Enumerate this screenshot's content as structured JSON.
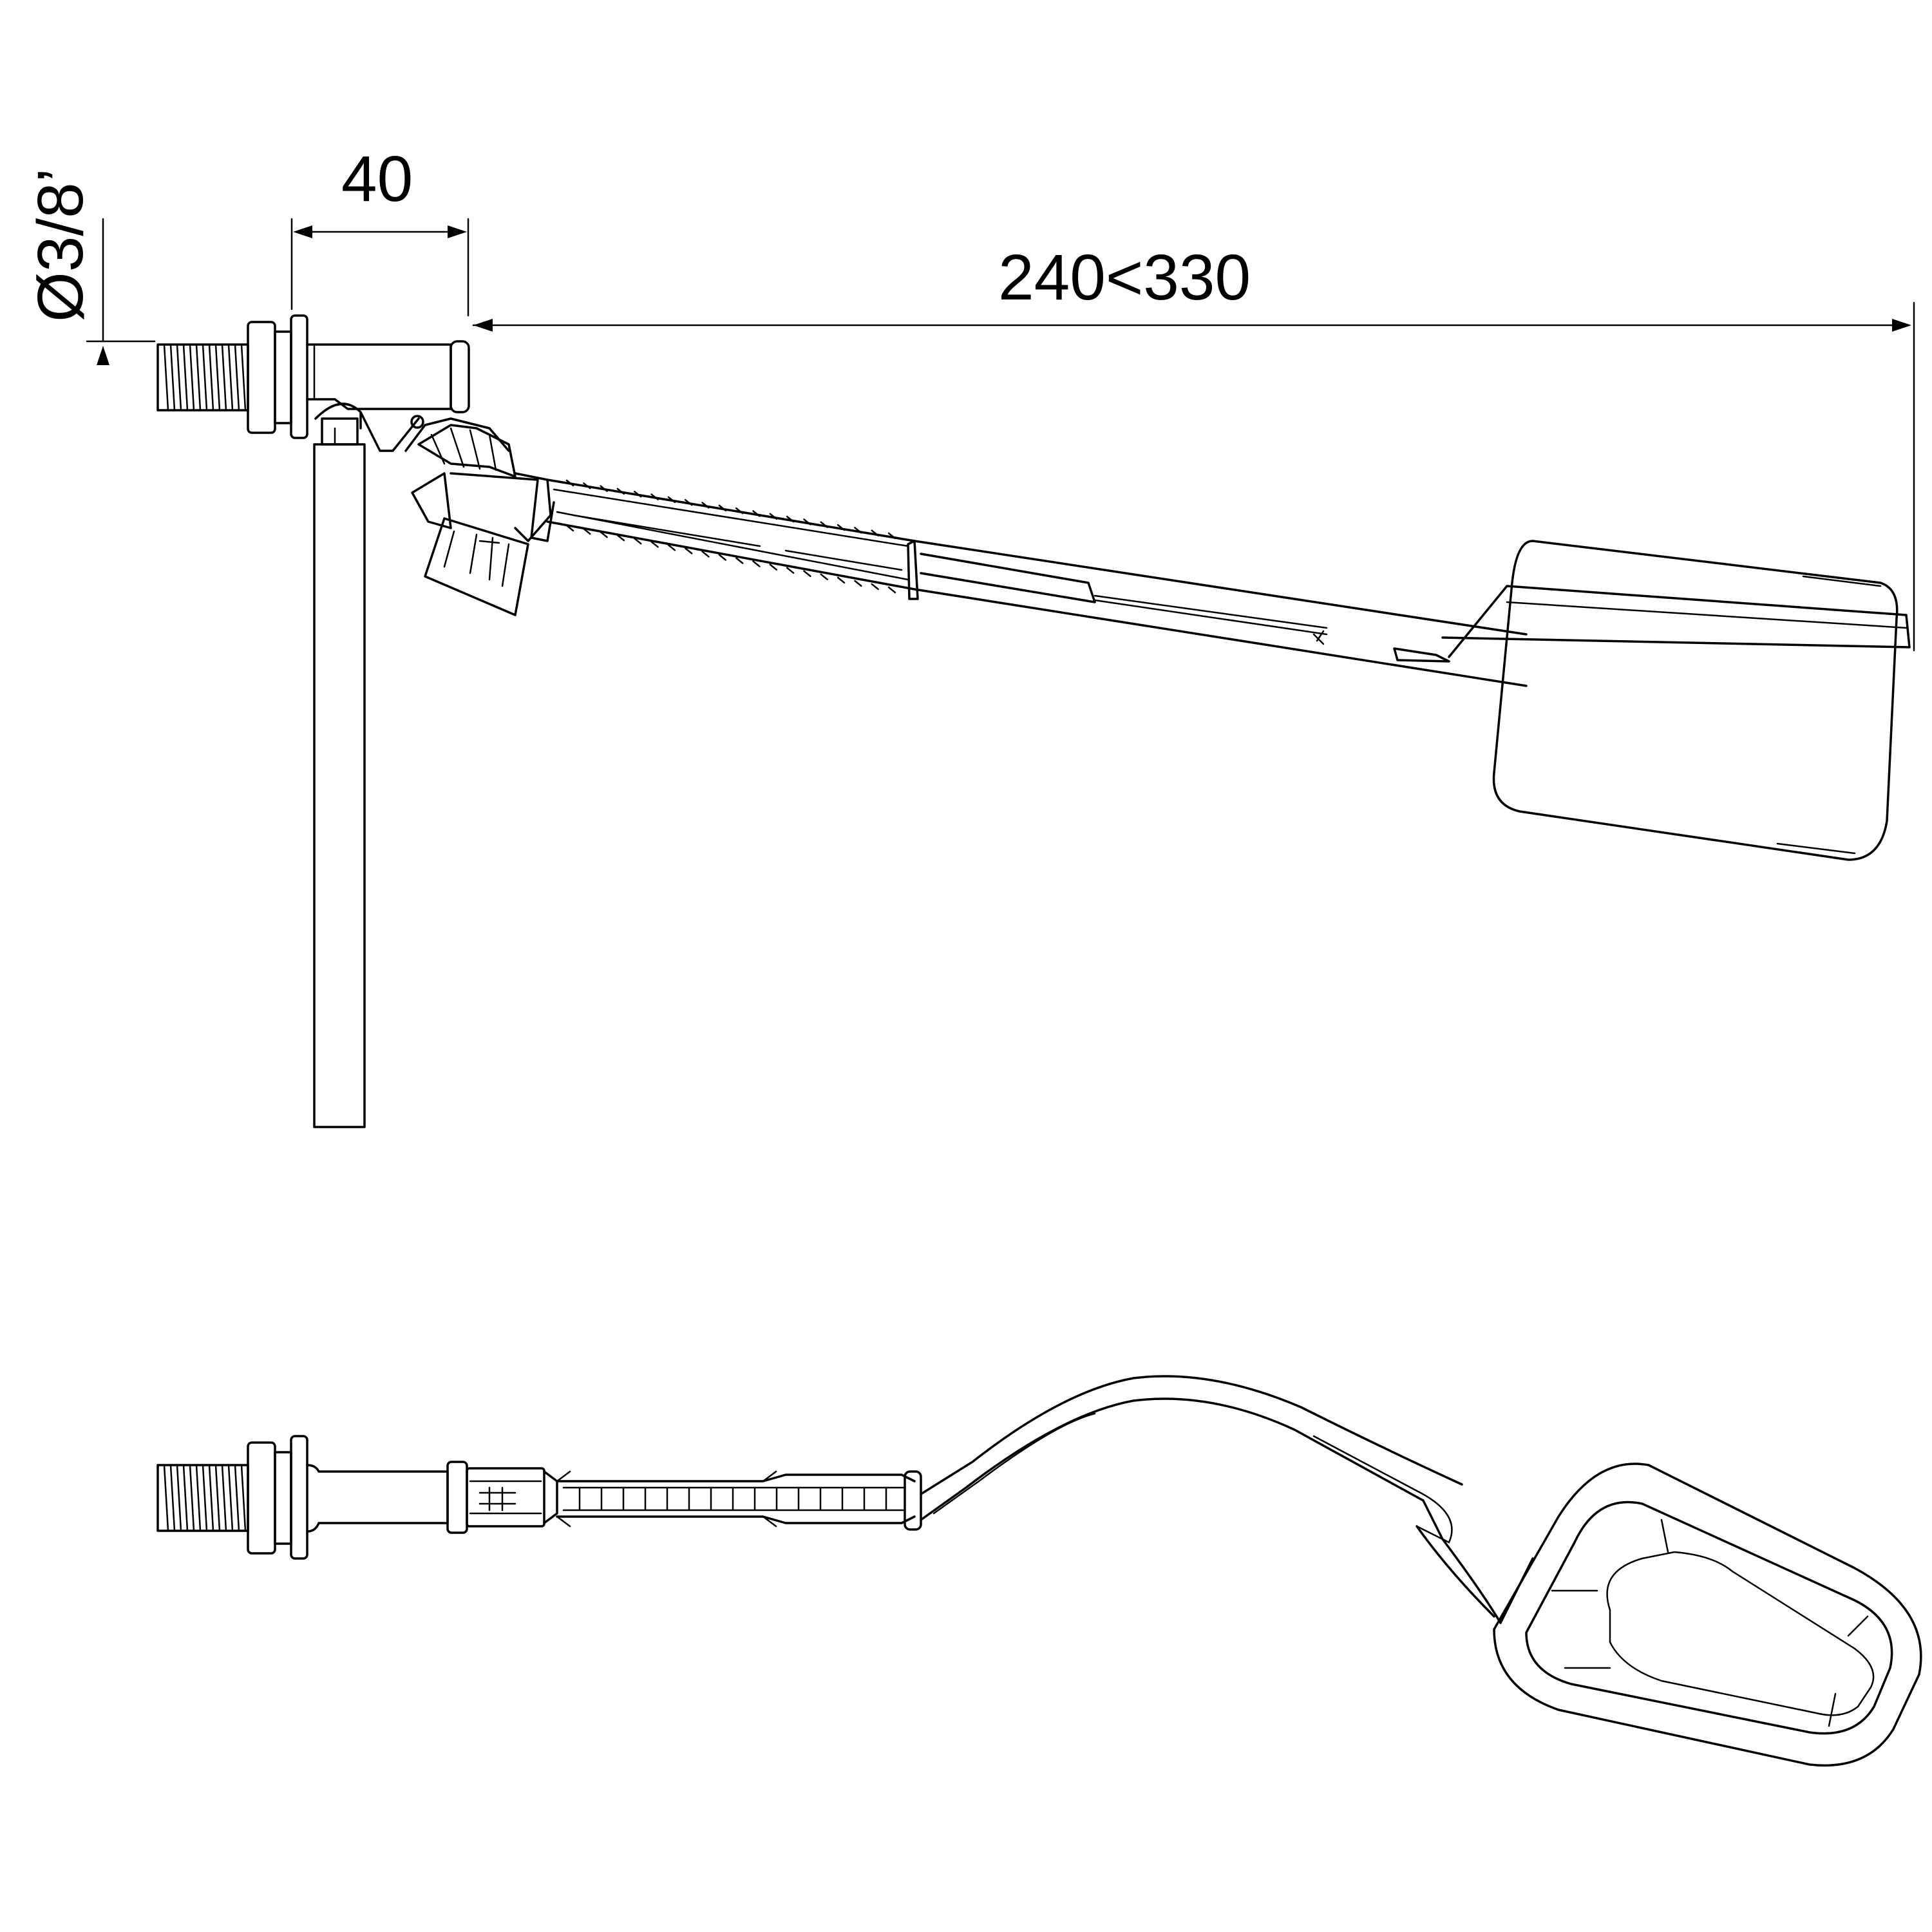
{
  "dimensions": {
    "diameter_label": "Ø3/8’",
    "width_label": "40",
    "arm_length_label": "240<330"
  },
  "colors": {
    "line": "#000000",
    "background": "#ffffff"
  }
}
